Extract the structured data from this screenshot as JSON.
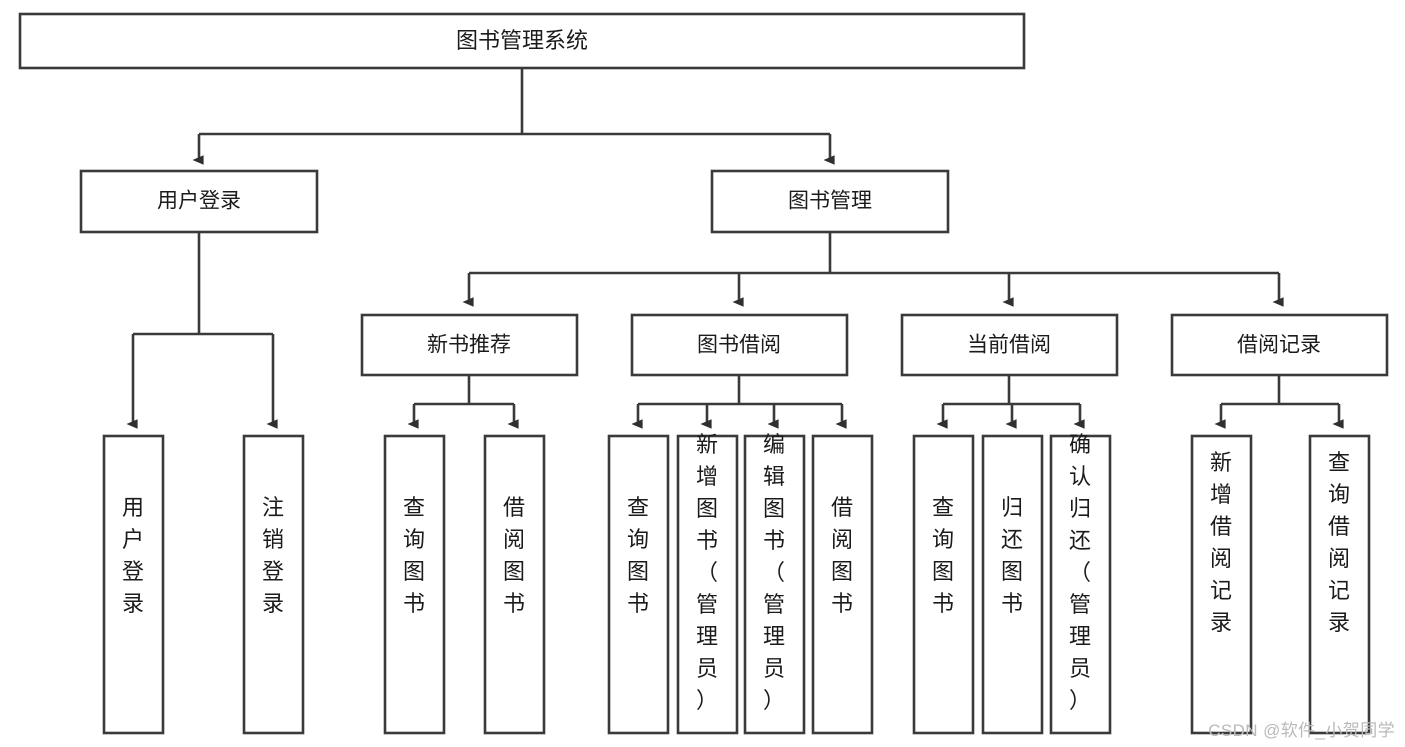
{
  "diagram": {
    "title": "图书管理系统",
    "watermark": "CSDN @软件_小贺同学",
    "line_color": "#3a3a3a",
    "box_fill": "#ffffff",
    "text_color": "#1b1b1b",
    "watermark_color": "#b9b9b9"
  },
  "root": {
    "label": "图书管理系统"
  },
  "level2": [
    {
      "label": "用户登录"
    },
    {
      "label": "图书管理"
    }
  ],
  "level3": [
    {
      "label": "新书推荐"
    },
    {
      "label": "图书借阅"
    },
    {
      "label": "当前借阅"
    },
    {
      "label": "借阅记录"
    }
  ],
  "leaves": {
    "user_login": [
      {
        "label": "用户登录"
      },
      {
        "label": "注销登录"
      }
    ],
    "new_book_recommend": [
      {
        "label": "查询图书"
      },
      {
        "label": "借阅图书"
      }
    ],
    "book_borrow": [
      {
        "label": "查询图书"
      },
      {
        "label": "新增图书（管理员）"
      },
      {
        "label": "编辑图书（管理员）"
      },
      {
        "label": "借阅图书"
      }
    ],
    "current_borrow": [
      {
        "label": "查询图书"
      },
      {
        "label": "归还图书"
      },
      {
        "label": "确认归还（管理员）"
      }
    ],
    "borrow_record": [
      {
        "label": "新增借阅记录"
      },
      {
        "label": "查询借阅记录"
      }
    ]
  }
}
